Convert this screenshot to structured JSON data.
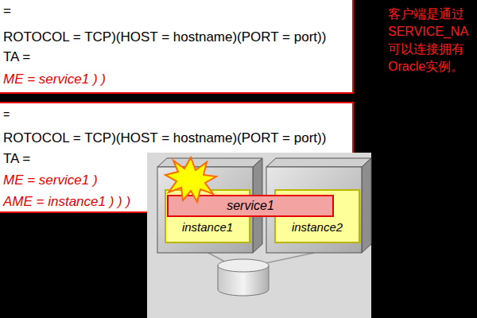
{
  "diagram": {
    "nodes": [
      {
        "text": [
          "=",
          "ROTOCOL = TCP)(HOST = hostname)(PORT = port))",
          "TA =",
          "ME = service1 ) )"
        ]
      },
      {
        "text": [
          "=",
          "ROTOCOL = TCP)(HOST = hostname)(PORT = port))",
          "TA =",
          "ME = service1 )",
          "AME = instance1 ) ) )"
        ]
      },
      {
        "text": [
          "service1"
        ]
      },
      {
        "text": [
          "instance1"
        ]
      },
      {
        "text": [
          "instance2"
        ]
      }
    ],
    "labels": [
      "客户端是通过 SERVICE_NA 可以连接拥有 Oracle实例。"
    ]
  }
}
